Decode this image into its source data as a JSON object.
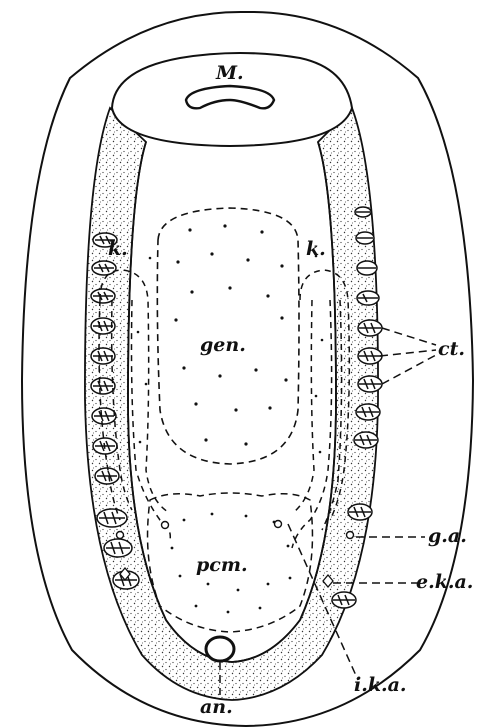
{
  "labels": {
    "mouth": "M.",
    "kidney_left": "k.",
    "kidney_right": "k.",
    "gonad": "gen.",
    "ctenidia": "ct.",
    "pericardium": "pcm.",
    "genital_aperture": "g.a.",
    "external_kidney_aperture": "e.k.a.",
    "internal_kidney_aperture": "i.k.a.",
    "anus": "an."
  }
}
